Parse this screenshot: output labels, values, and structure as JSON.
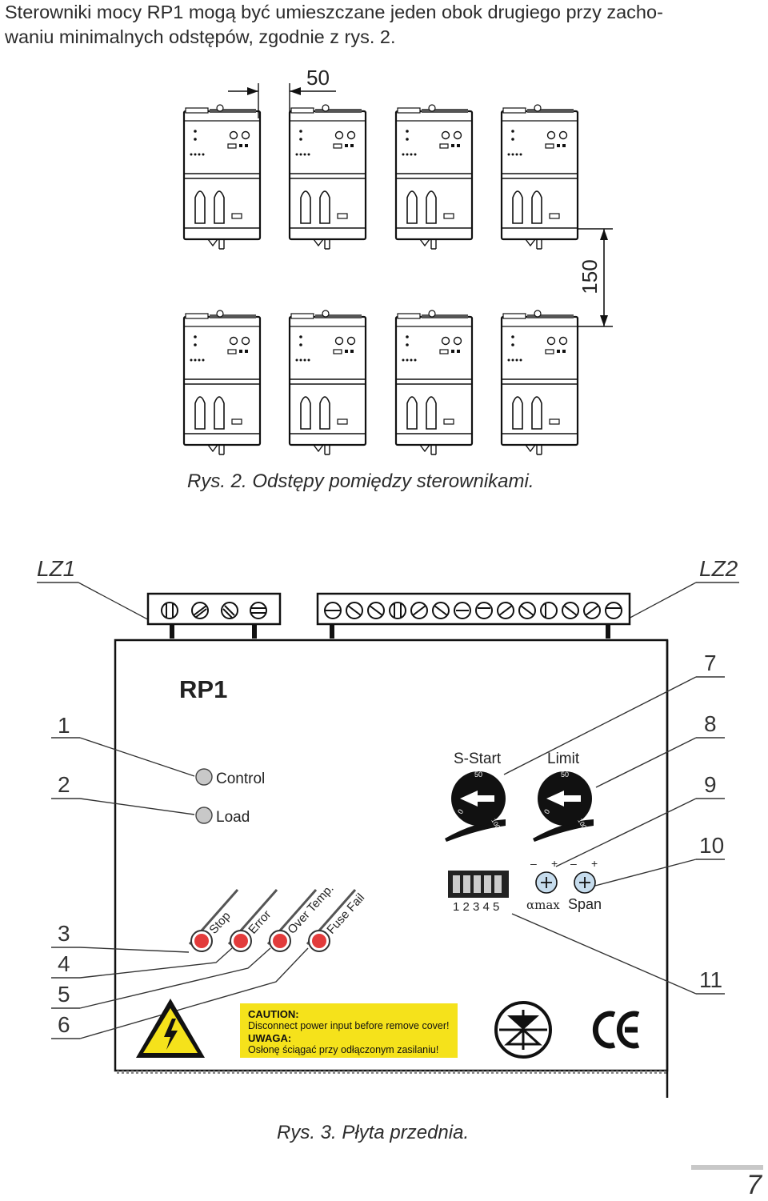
{
  "intro": {
    "line1": "Sterowniki mocy RP1 mogą być umieszczane jeden obok drugiego przy zacho-",
    "line2": "waniu minimalnych odstępów, zgodnie z rys. 2."
  },
  "fig2": {
    "dim_horizontal": "50",
    "dim_vertical": "150",
    "caption": "Rys. 2. Odstępy pomiędzy sterownikami."
  },
  "fig3": {
    "connector_left": "LZ1",
    "connector_right": "LZ2",
    "model": "RP1",
    "callouts_left": [
      "1",
      "2",
      "3",
      "4",
      "5",
      "6"
    ],
    "callouts_right": [
      "7",
      "8",
      "9",
      "10",
      "11"
    ],
    "led_control": "Control",
    "led_load": "Load",
    "knob_sstart": "S-Start",
    "knob_limit": "Limit",
    "knob_scale_mid": "50",
    "knob_scale_min": "0",
    "knob_scale_max": "100",
    "dip_label": "1 2 3 4 5",
    "trim_alpha": "αmax",
    "trim_span": "Span",
    "trim_minus": "–",
    "trim_plus": "+",
    "status_leds": [
      "Stop",
      "Error",
      "Over Temp.",
      "Fuse Fail"
    ],
    "caution_title": "CAUTION:",
    "caution_text": "Disconnect power input before remove cover!",
    "uwaga_title": "UWAGA:",
    "uwaga_text": "Osłonę ściągać przy odłączonym zasilaniu!",
    "caution_color": "#f5e21b",
    "warning_color": "#f5e21b",
    "led_red": "#e23b3b",
    "caption": "Rys. 3. Płyta przednia."
  },
  "page_number": "7"
}
